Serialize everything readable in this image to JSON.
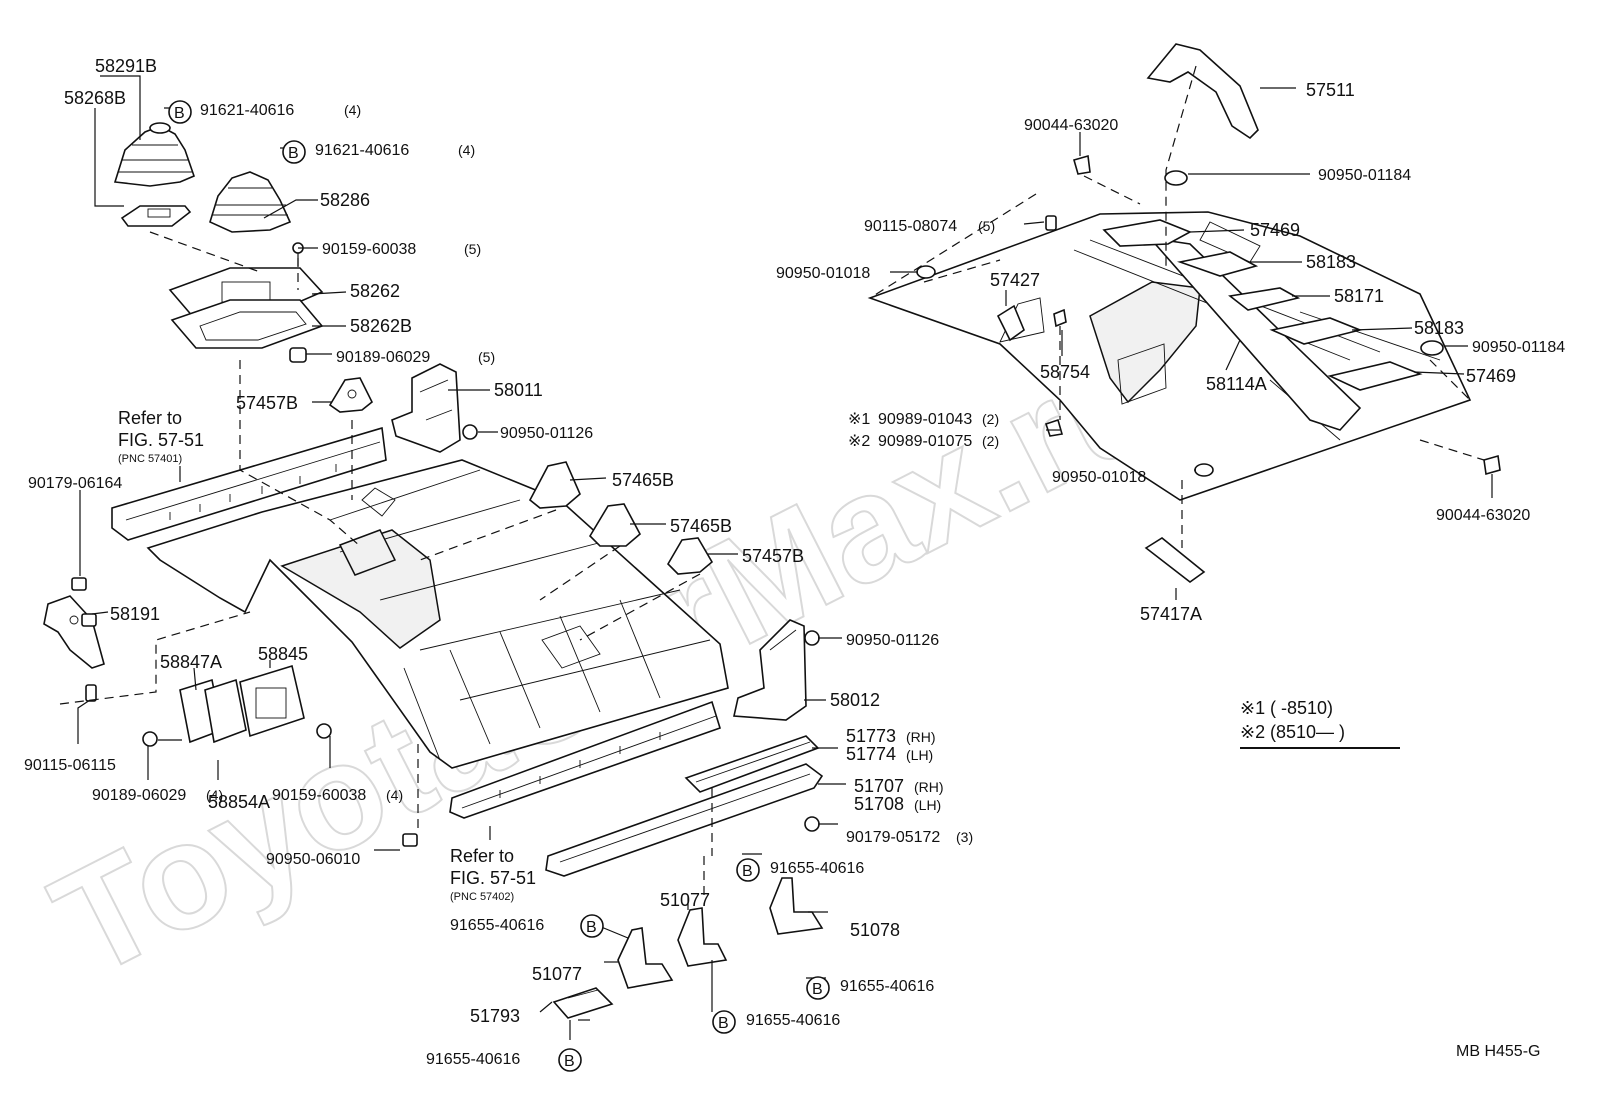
{
  "diagram_code": "MB  H455-G",
  "watermark": "ToyotaCarMax.ru",
  "refer_to": {
    "top": {
      "line1": "Refer to",
      "line2": "FIG. 57-51",
      "line3": "(PNC 57401)"
    },
    "bottom": {
      "line1": "Refer to",
      "line2": "FIG. 57-51",
      "line3": "(PNC 57402)"
    }
  },
  "legend": {
    "note1": {
      "mark": "※1",
      "range": "(        -8510)"
    },
    "note2": {
      "mark": "※2",
      "range": "(8510—        )"
    }
  },
  "bolt_badge": "B",
  "labels": {
    "p58291B": "58291B",
    "p58268B": "58268B",
    "b91621_1": "91621-40616",
    "b91621_1q": "(4)",
    "b91621_2": "91621-40616",
    "b91621_2q": "(4)",
    "p58286": "58286",
    "p90159a": "90159-60038",
    "p90159aq": "(5)",
    "p58262": "58262",
    "p58262B": "58262B",
    "p90189a": "90189-06029",
    "p90189aq": "(5)",
    "p57457B_1": "57457B",
    "p58011": "58011",
    "p90950_01126a": "90950-01126",
    "p90179_06164": "90179-06164",
    "p57465B_1": "57465B",
    "p57465B_2": "57465B",
    "p57457B_2": "57457B",
    "p58191": "58191",
    "p58847A": "58847A",
    "p58845": "58845",
    "p90950_01126b": "90950-01126",
    "p58012": "58012",
    "p90115_06115": "90115-06115",
    "p90189b": "90189-06029",
    "p90189bq": "(4)",
    "p90159b": "90159-60038",
    "p90159bq": "(4)",
    "p58854A": "58854A",
    "p51773": "51773",
    "p51773s": "(RH)",
    "p51774": "51774",
    "p51774s": "(LH)",
    "p51707": "51707",
    "p51707s": "(RH)",
    "p51708": "51708",
    "p51708s": "(LH)",
    "p90179_05172": "90179-05172",
    "p90179_05172q": "(3)",
    "p90950_06010": "90950-06010",
    "b91655_1": "91655-40616",
    "p51077_1": "51077",
    "b91655_2": "91655-40616",
    "p51078": "51078",
    "p51077_2": "51077",
    "b91655_3": "91655-40616",
    "b91655_4": "91655-40616",
    "p51793": "51793",
    "b91655_5": "91655-40616",
    "p57511": "57511",
    "p90044_1": "90044-63020",
    "p90950_01184a": "90950-01184",
    "p90115_08074": "90115-08074",
    "p90115_08074q": "(5)",
    "p57469_1": "57469",
    "p58183_1": "58183",
    "p90950_01018a": "90950-01018",
    "p57427": "57427",
    "p58171": "58171",
    "p58183_2": "58183",
    "p90950_01184b": "90950-01184",
    "p58754": "58754",
    "p58114A": "58114A",
    "p57469_2": "57469",
    "p90989_1": "90989-01043",
    "p90989_1q": "(2)",
    "p90989_2": "90989-01075",
    "p90989_2q": "(2)",
    "p90950_01018b": "90950-01018",
    "p90044_2": "90044-63020",
    "p57417A": "57417A"
  }
}
